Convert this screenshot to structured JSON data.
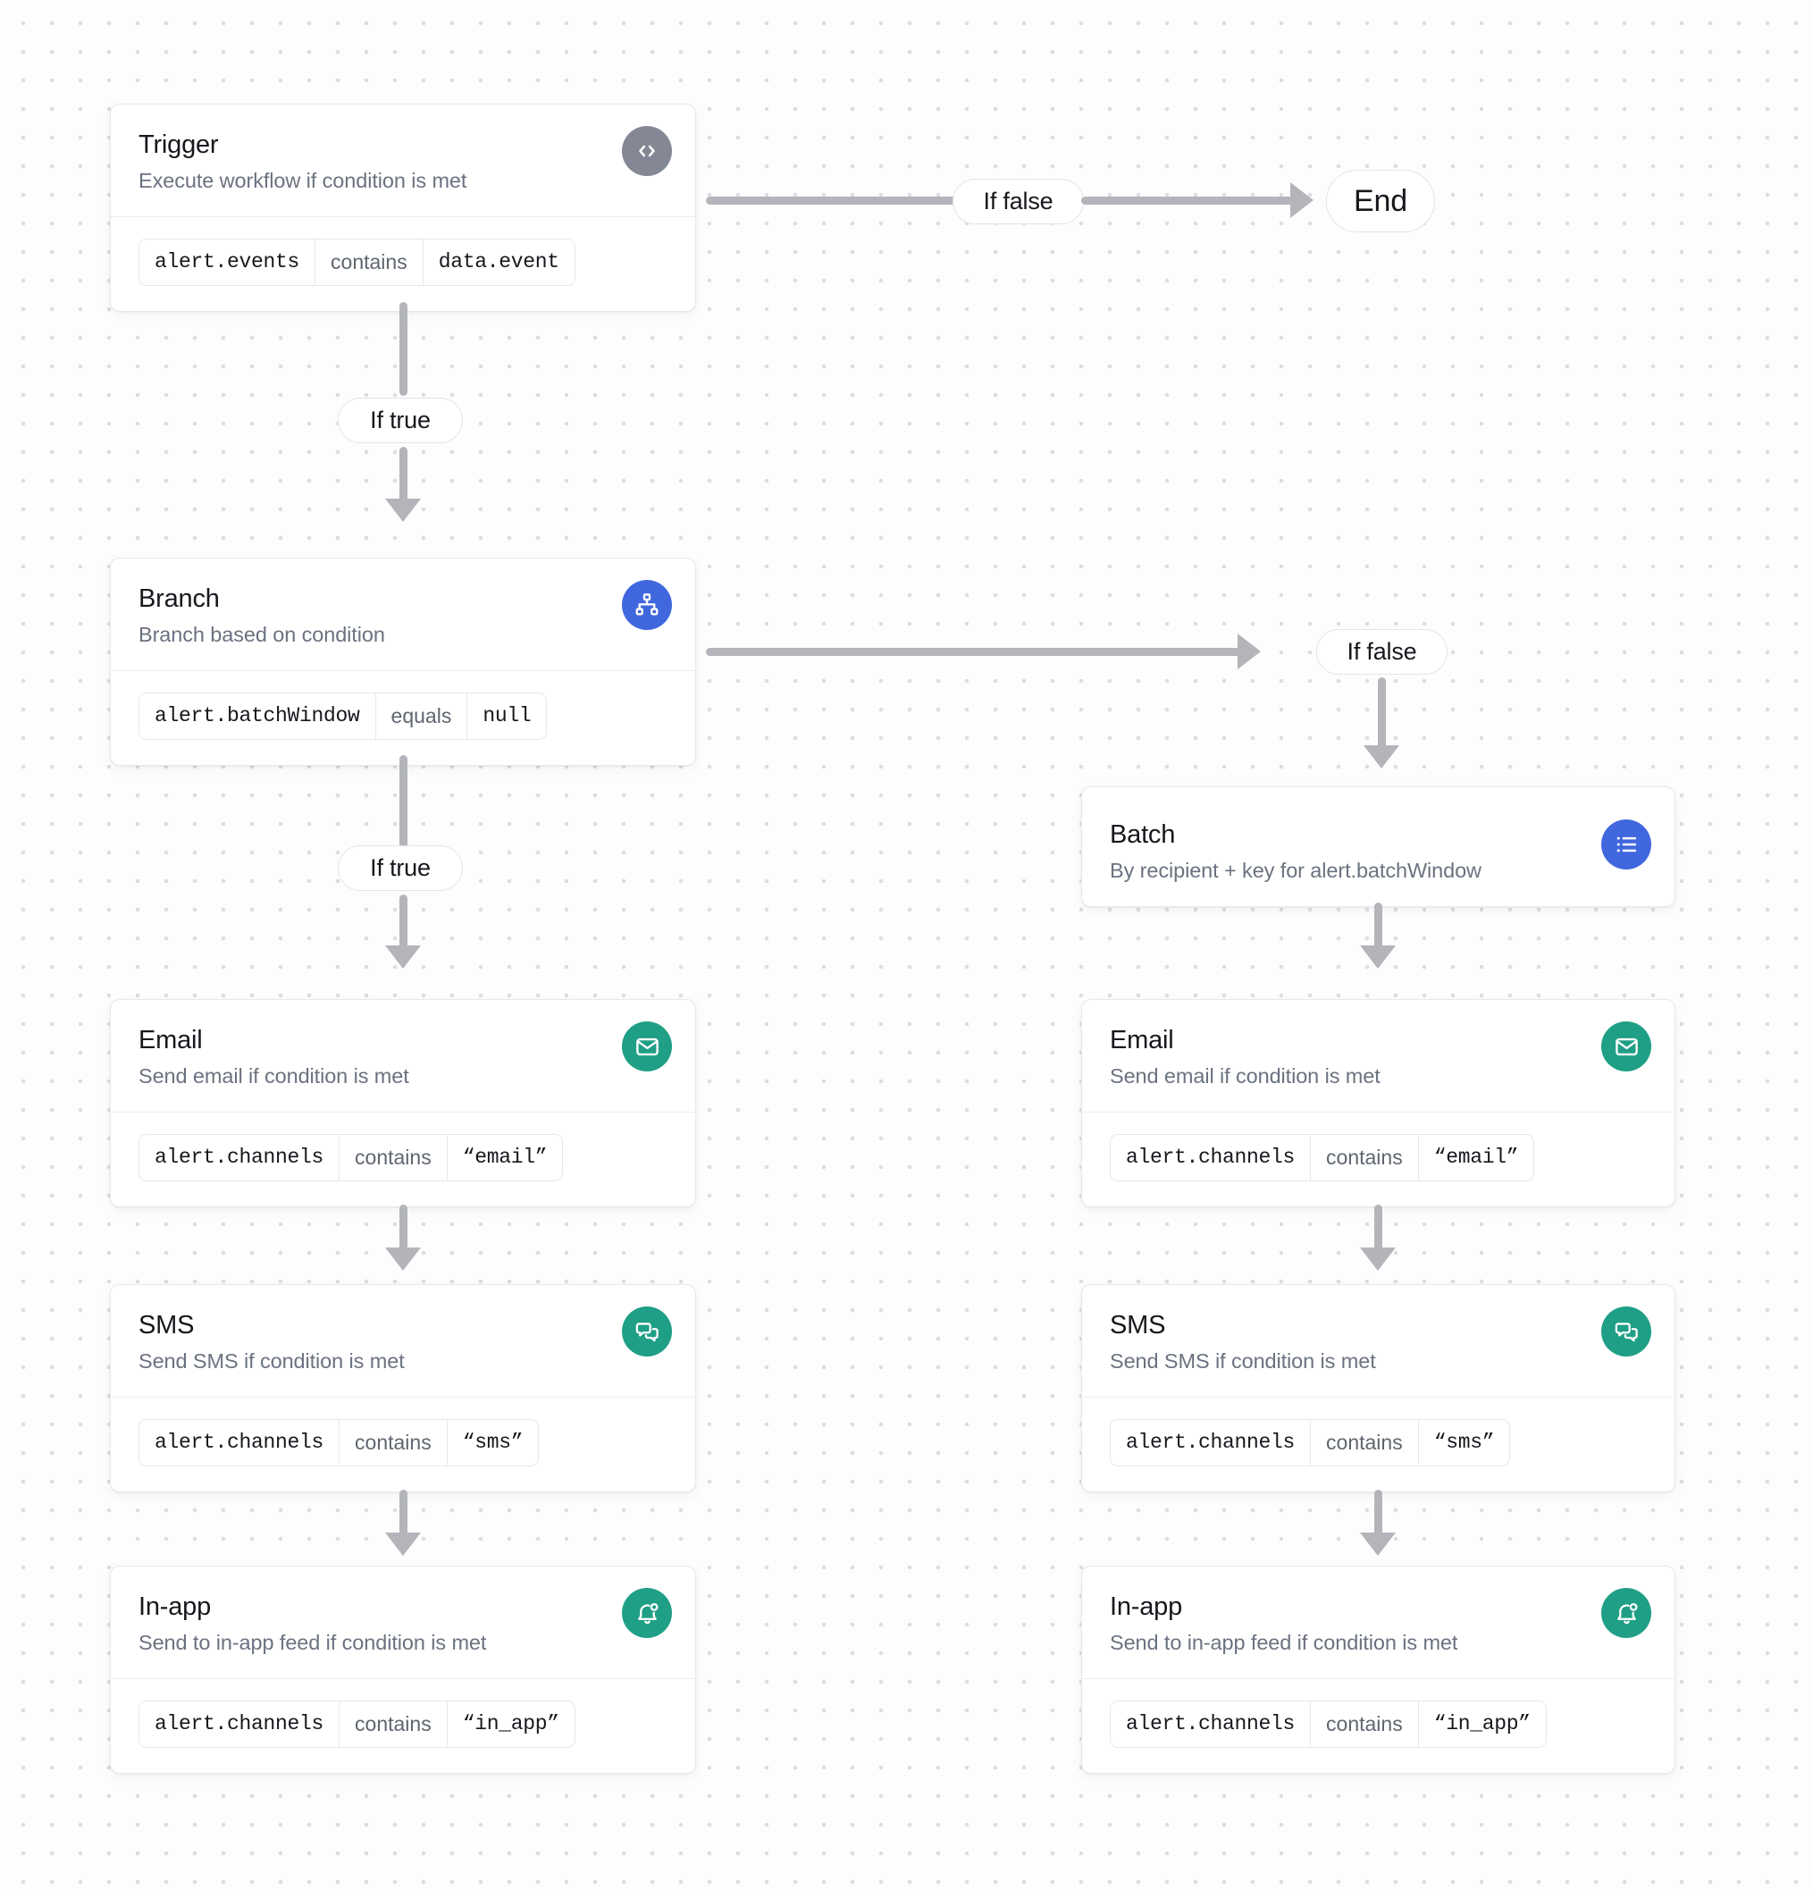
{
  "canvas": {
    "background_color": "#fdfdfd",
    "dot_color": "#dcdde0"
  },
  "colors": {
    "trigger_icon": "#838894",
    "branch_icon": "#4067dd",
    "batch_icon": "#4067dd",
    "channel_icon": "#1f9f85",
    "edge": "#b3b5ba",
    "card_border": "#e7e8ec",
    "title": "#16181d",
    "subtitle": "#6b7280"
  },
  "nodes": {
    "trigger": {
      "title": "Trigger",
      "subtitle": "Execute workflow if condition is met",
      "icon": "code-icon",
      "condition": {
        "field": "alert.events",
        "operator": "contains",
        "value": "data.event"
      }
    },
    "branch": {
      "title": "Branch",
      "subtitle": "Branch based on condition",
      "icon": "hierarchy-icon",
      "condition": {
        "field": "alert.batchWindow",
        "operator": "equals",
        "value": "null"
      }
    },
    "batch": {
      "title": "Batch",
      "subtitle": "By recipient + key for alert.batchWindow",
      "icon": "list-icon"
    },
    "email_left": {
      "title": "Email",
      "subtitle": "Send email if condition is met",
      "icon": "envelope-icon",
      "condition": {
        "field": "alert.channels",
        "operator": "contains",
        "value": "“email”"
      }
    },
    "sms_left": {
      "title": "SMS",
      "subtitle": "Send SMS if condition is met",
      "icon": "chat-bubbles-icon",
      "condition": {
        "field": "alert.channels",
        "operator": "contains",
        "value": "“sms”"
      }
    },
    "inapp_left": {
      "title": "In-app",
      "subtitle": "Send to in-app feed if condition is met",
      "icon": "bell-icon",
      "condition": {
        "field": "alert.channels",
        "operator": "contains",
        "value": "“in_app”"
      }
    },
    "email_right": {
      "title": "Email",
      "subtitle": "Send email if condition is met",
      "icon": "envelope-icon",
      "condition": {
        "field": "alert.channels",
        "operator": "contains",
        "value": "“email”"
      }
    },
    "sms_right": {
      "title": "SMS",
      "subtitle": "Send SMS if condition is met",
      "icon": "chat-bubbles-icon",
      "condition": {
        "field": "alert.channels",
        "operator": "contains",
        "value": "“sms”"
      }
    },
    "inapp_right": {
      "title": "In-app",
      "subtitle": "Send to in-app feed if condition is met",
      "icon": "bell-icon",
      "condition": {
        "field": "alert.channels",
        "operator": "contains",
        "value": "“in_app”"
      }
    }
  },
  "edge_labels": {
    "trigger_false": "If false",
    "trigger_true": "If true",
    "branch_false": "If false",
    "branch_true": "If true",
    "end": "End"
  }
}
